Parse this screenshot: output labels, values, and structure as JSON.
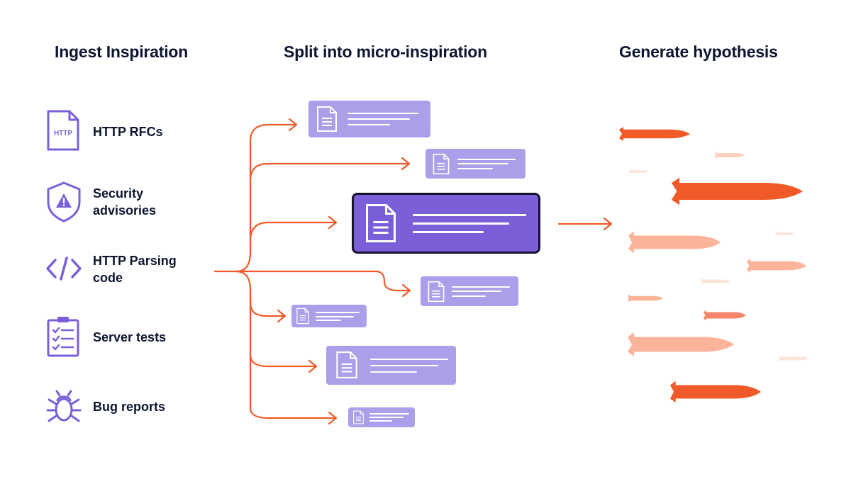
{
  "columns": {
    "ingest": "Ingest Inspiration",
    "split": "Split into micro-inspiration",
    "generate": "Generate hypothesis"
  },
  "sources": [
    {
      "label": "HTTP RFCs",
      "icon": "http-file-icon",
      "icon_text": "HTTP"
    },
    {
      "label": "Security\nadvisories",
      "icon": "shield-warning-icon"
    },
    {
      "label": "HTTP Parsing\ncode",
      "icon": "code-brackets-icon"
    },
    {
      "label": "Server tests",
      "icon": "clipboard-checklist-icon"
    },
    {
      "label": "Bug reports",
      "icon": "bug-icon"
    }
  ],
  "colors": {
    "purple": "#7a5fd9",
    "light_purple": "#ab9fea",
    "orange": "#f05a28",
    "dark": "#0d1530"
  },
  "rocket_icon": "rocket-icon",
  "document_icon": "document-icon"
}
